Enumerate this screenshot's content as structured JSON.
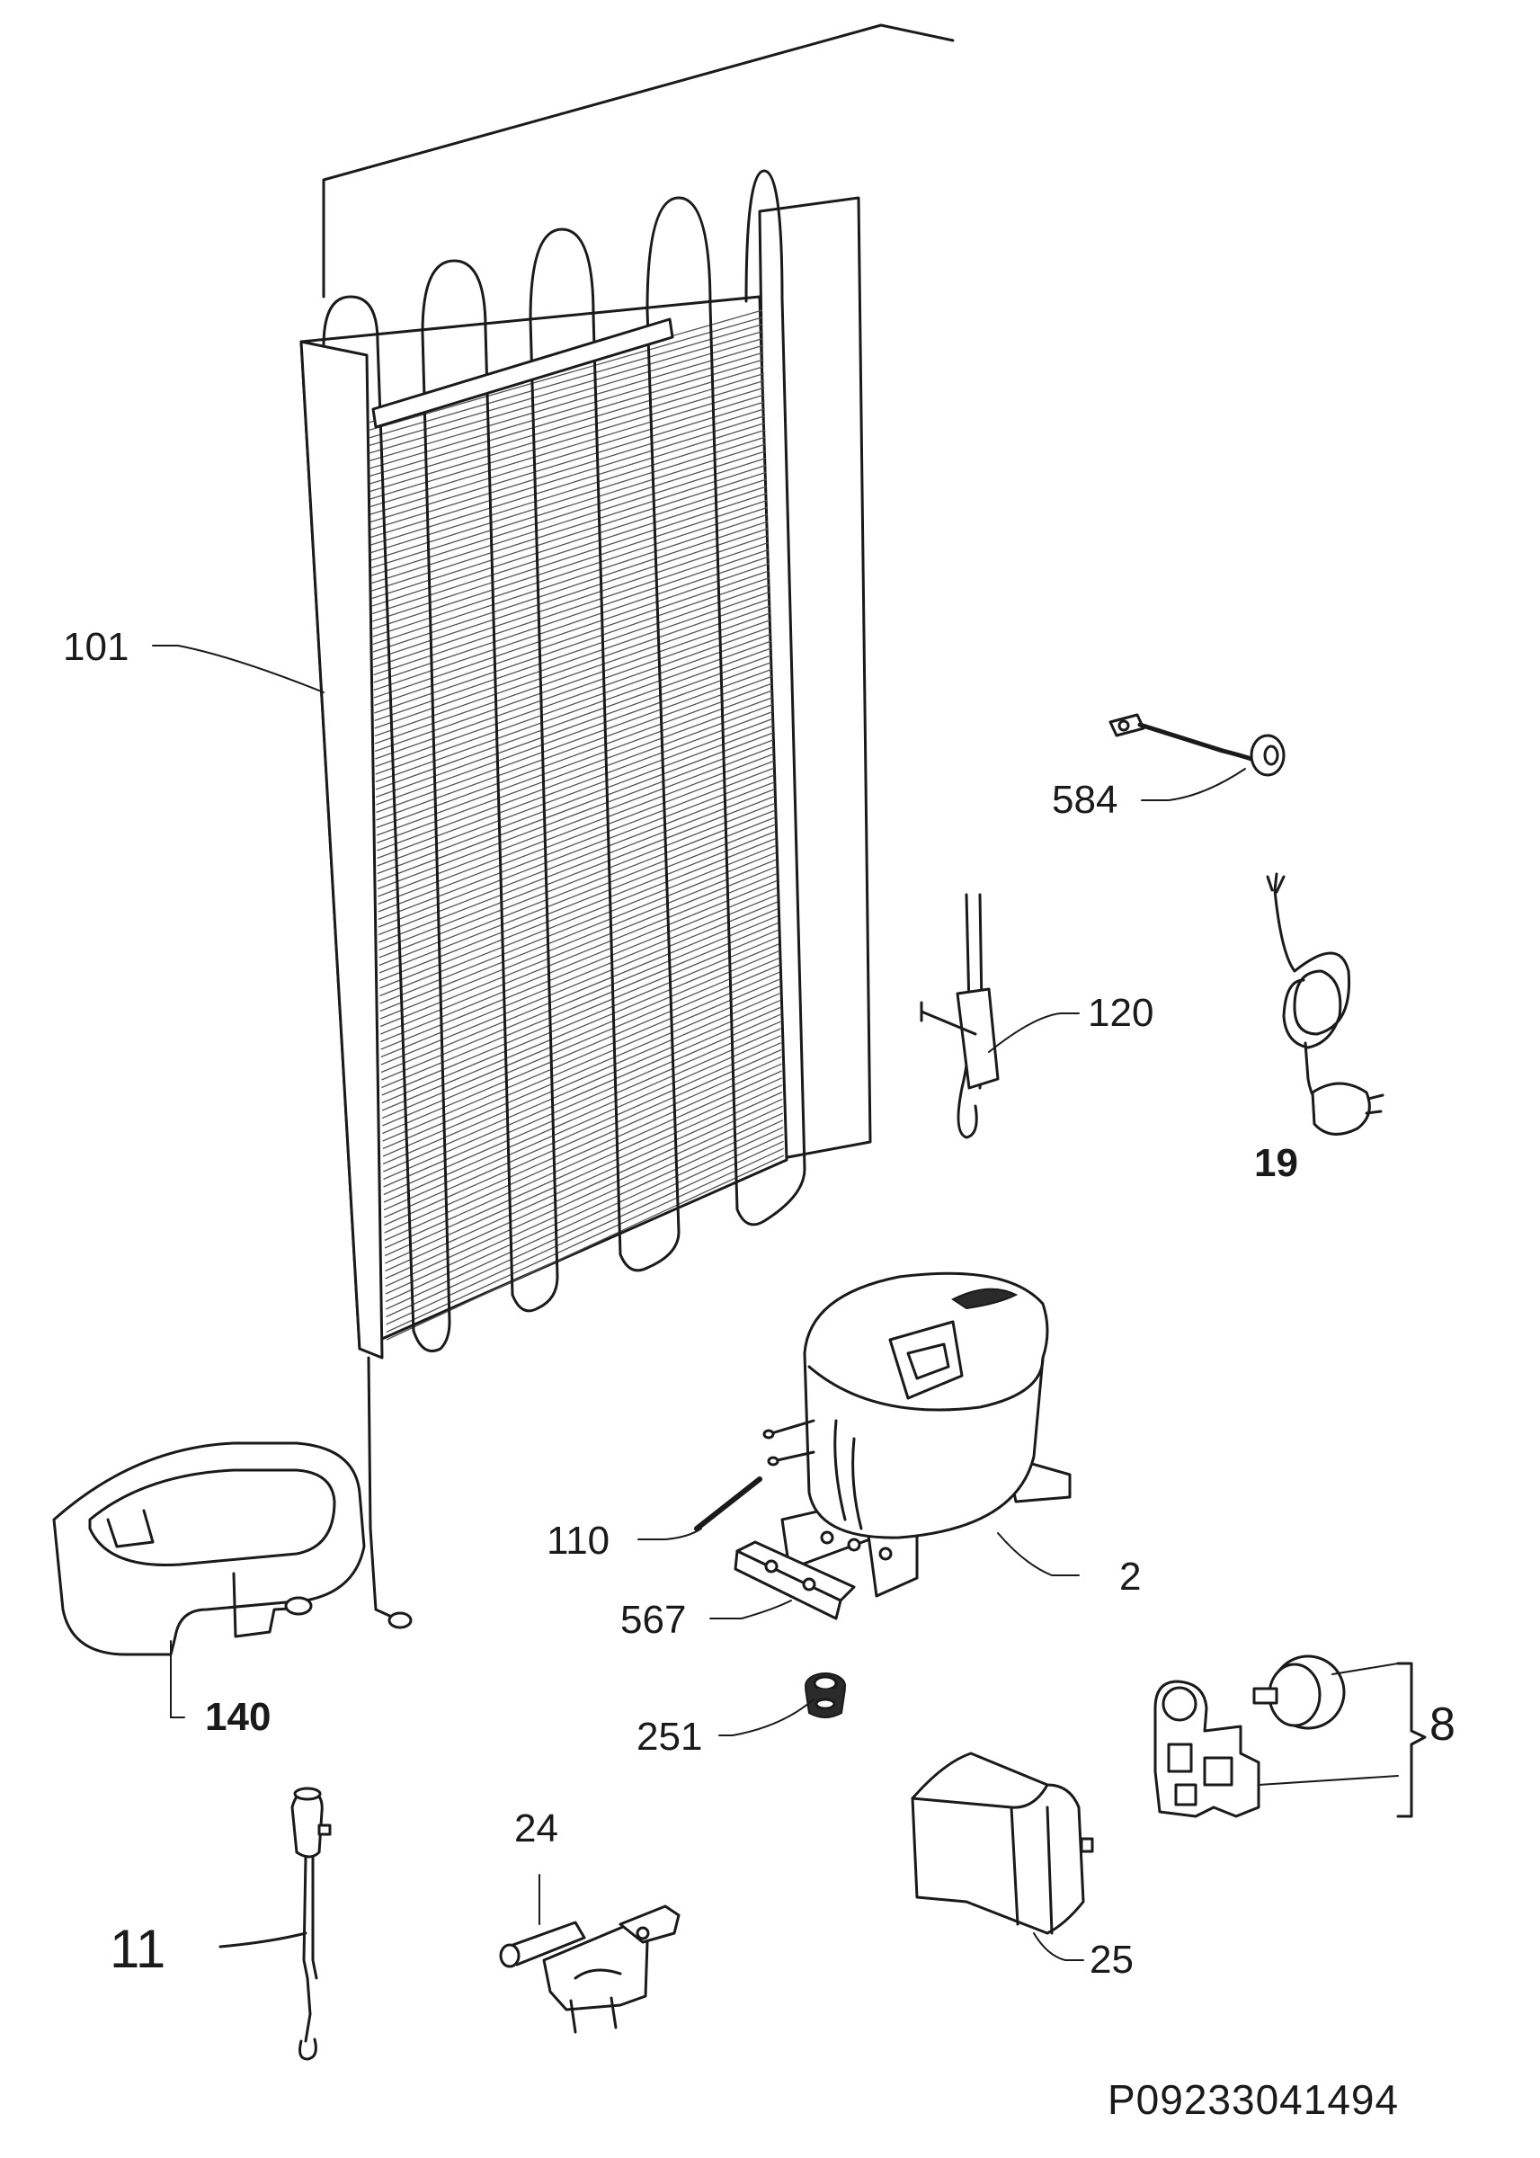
{
  "callouts": [
    {
      "id": "101",
      "text": "101"
    },
    {
      "id": "584",
      "text": "584"
    },
    {
      "id": "120",
      "text": "120"
    },
    {
      "id": "19",
      "text": "19"
    },
    {
      "id": "110",
      "text": "110"
    },
    {
      "id": "2",
      "text": "2"
    },
    {
      "id": "567",
      "text": "567"
    },
    {
      "id": "140",
      "text": "140"
    },
    {
      "id": "251",
      "text": "251"
    },
    {
      "id": "8",
      "text": "8"
    },
    {
      "id": "24",
      "text": "24"
    },
    {
      "id": "11",
      "text": "11"
    },
    {
      "id": "25",
      "text": "25"
    }
  ],
  "document_id": "P09233041494"
}
